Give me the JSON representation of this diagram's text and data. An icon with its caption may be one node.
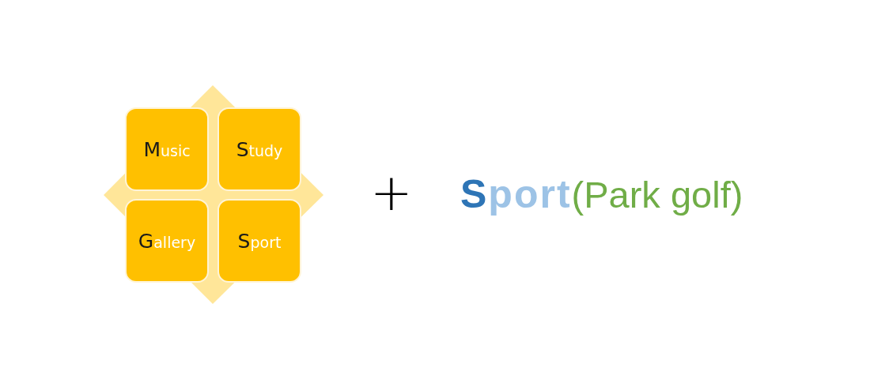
{
  "diagram": {
    "nodes": [
      {
        "text": [
          "Music"
        ]
      },
      {
        "text": [
          "Study"
        ]
      },
      {
        "text": [
          "Gallery"
        ]
      },
      {
        "text": [
          "Sport"
        ]
      }
    ],
    "labels": [
      "+",
      "Sport",
      "(Park golf)"
    ]
  }
}
